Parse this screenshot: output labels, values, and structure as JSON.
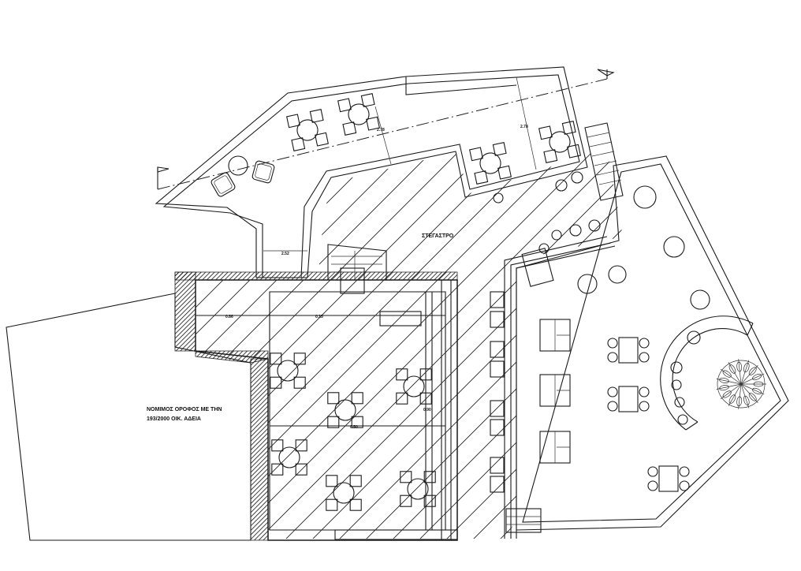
{
  "labels": {
    "roof": "ΣΤΕΓΑΣΤΡΟ",
    "legal_line1": "ΝΟΜΙΜΟΣ ΟΡΟΦΟΣ ΜΕ ΤΗΝ",
    "legal_line2": "193/2000 ΟΙΚ. ΑΔΕΙΑ"
  },
  "dimensions": {
    "d1": "2.78",
    "d2": "2.78",
    "d3": "2.52",
    "d4": "0.86",
    "d5": "0.15",
    "d6": "0.90",
    "d7": "0.50"
  }
}
